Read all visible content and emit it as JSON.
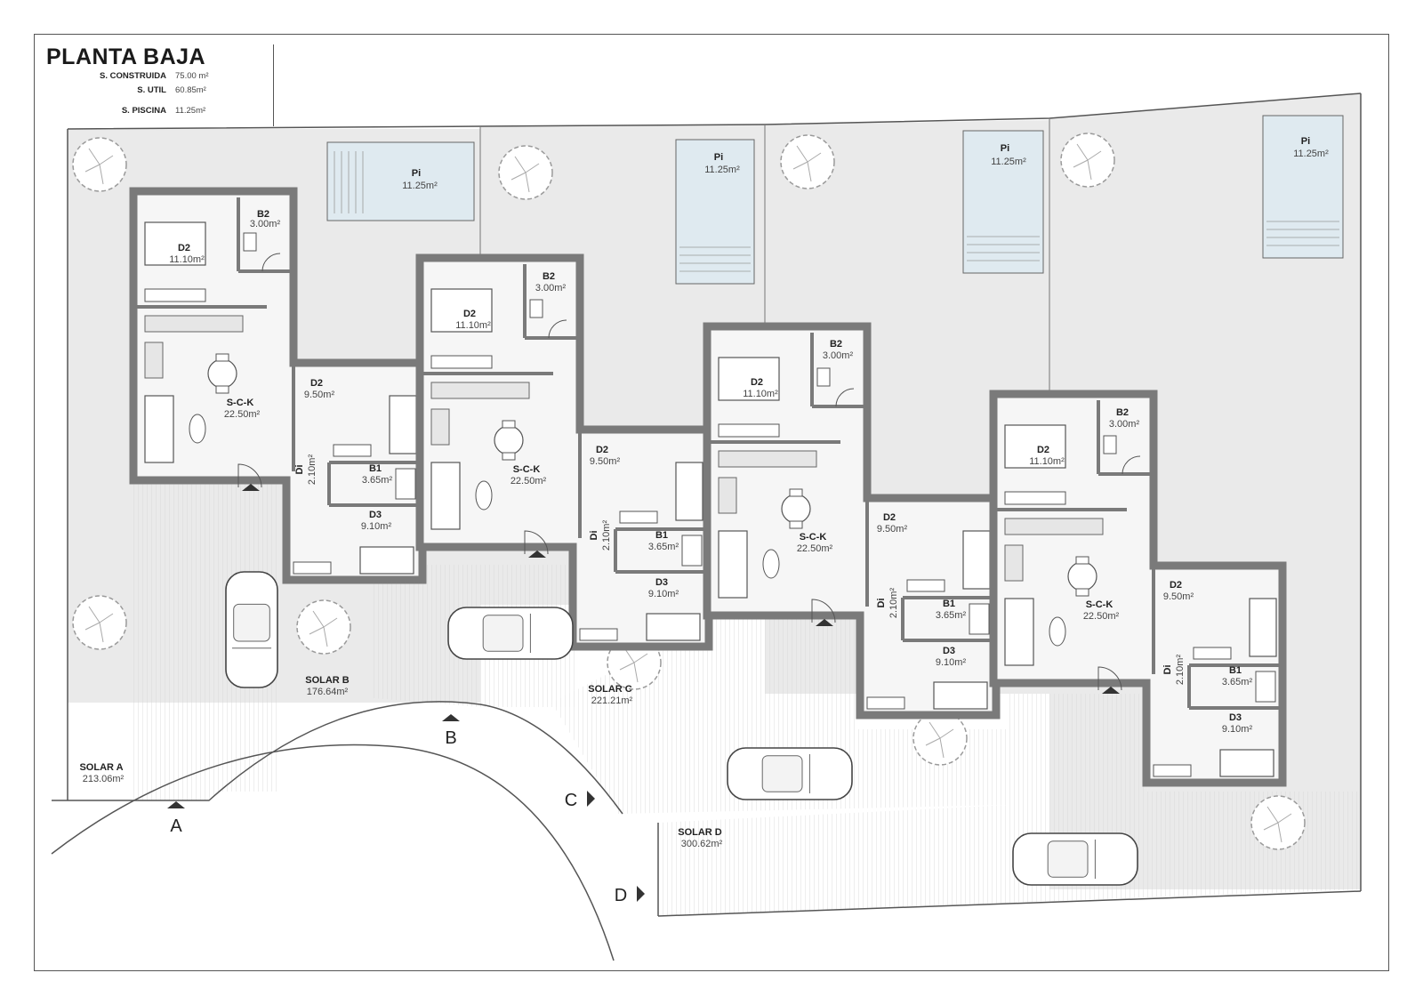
{
  "title": "PLANTA BAJA",
  "summary": [
    {
      "key": "S. CONSTRUIDA",
      "value": "75.00 m²"
    },
    {
      "key": "S. UTIL",
      "value": "60.85m²"
    },
    {
      "key": "S. PISCINA",
      "value": "11.25m²"
    }
  ],
  "pools": [
    {
      "label": "Pi",
      "area": "11.25m²"
    },
    {
      "label": "Pi",
      "area": "11.25m²"
    },
    {
      "label": "Pi",
      "area": "11.25m²"
    },
    {
      "label": "Pi",
      "area": "11.25m²"
    }
  ],
  "units": [
    {
      "b2": [
        "B2",
        "3.00m²"
      ],
      "d2a": [
        "D2",
        "11.10m²"
      ],
      "sck": [
        "S-C-K",
        "22.50m²"
      ],
      "d2b": [
        "D2",
        "9.50m²"
      ],
      "di": [
        "Di",
        "2.10m²"
      ],
      "b1": [
        "B1",
        "3.65m²"
      ],
      "d3": [
        "D3",
        "9.10m²"
      ]
    },
    {
      "b2": [
        "B2",
        "3.00m²"
      ],
      "d2a": [
        "D2",
        "11.10m²"
      ],
      "sck": [
        "S-C-K",
        "22.50m²"
      ],
      "d2b": [
        "D2",
        "9.50m²"
      ],
      "di": [
        "Di",
        "2.10m²"
      ],
      "b1": [
        "B1",
        "3.65m²"
      ],
      "d3": [
        "D3",
        "9.10m²"
      ]
    },
    {
      "b2": [
        "B2",
        "3.00m²"
      ],
      "d2a": [
        "D2",
        "11.10m²"
      ],
      "sck": [
        "S-C-K",
        "22.50m²"
      ],
      "d2b": [
        "D2",
        "9.50m²"
      ],
      "di": [
        "Di",
        "2.10m²"
      ],
      "b1": [
        "B1",
        "3.65m²"
      ],
      "d3": [
        "D3",
        "9.10m²"
      ]
    },
    {
      "b2": [
        "B2",
        "3.00m²"
      ],
      "d2a": [
        "D2",
        "11.10m²"
      ],
      "sck": [
        "S-C-K",
        "22.50m²"
      ],
      "d2b": [
        "D2",
        "9.50m²"
      ],
      "di": [
        "Di",
        "2.10m²"
      ],
      "b1": [
        "B1",
        "3.65m²"
      ],
      "d3": [
        "D3",
        "9.10m²"
      ]
    }
  ],
  "plots": [
    {
      "name": "SOLAR A",
      "area": "213.06m²"
    },
    {
      "name": "SOLAR B",
      "area": "176.64m²"
    },
    {
      "name": "SOLAR C",
      "area": "221.21m²"
    },
    {
      "name": "SOLAR D",
      "area": "300.62m²"
    }
  ],
  "entrances": [
    "A",
    "B",
    "C",
    "D"
  ],
  "colors": {
    "wall": "#7a7a7a",
    "garden": "#eaeaea",
    "pool": "#dfeaf0",
    "ink": "#222222"
  }
}
